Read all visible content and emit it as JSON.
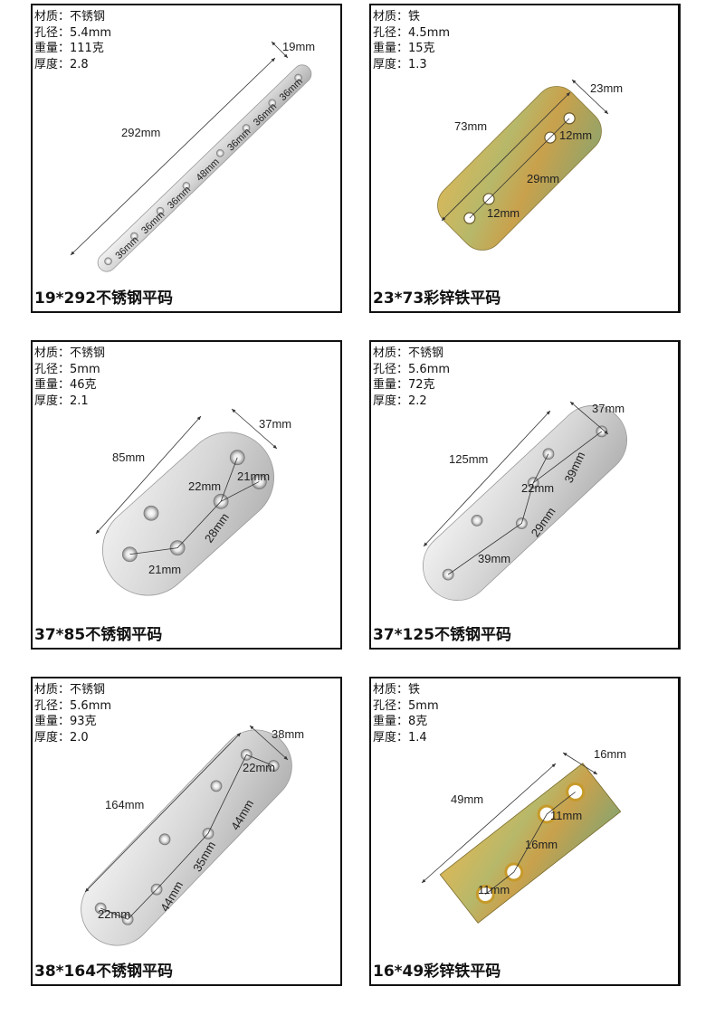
{
  "colors": {
    "border": "#111111",
    "steel_light": "#f0f0f0",
    "steel_dark": "#b5b5b5",
    "zinc": "#c8b45a"
  },
  "panels": [
    {
      "specs": [
        {
          "label": "材质：",
          "value": "不锈钢"
        },
        {
          "label": "孔径：",
          "value": "5.4mm"
        },
        {
          "label": "重量：",
          "value": "111克"
        },
        {
          "label": "厚度：",
          "value": "2.8"
        }
      ],
      "caption": "19*292不锈钢平码",
      "dims": {
        "width": "19mm",
        "length": "292mm",
        "gaps": [
          "36mm",
          "36mm",
          "36mm",
          "48mm",
          "36mm",
          "36mm",
          "36mm"
        ]
      }
    },
    {
      "specs": [
        {
          "label": "材质：",
          "value": "铁"
        },
        {
          "label": "孔径：",
          "value": "4.5mm"
        },
        {
          "label": "重量：",
          "value": "15克"
        },
        {
          "label": "厚度：",
          "value": "1.3"
        }
      ],
      "caption": "23*73彩锌铁平码",
      "dims": {
        "width": "23mm",
        "length": "73mm",
        "gaps": [
          "12mm",
          "29mm",
          "12mm"
        ]
      }
    },
    {
      "specs": [
        {
          "label": "材质：",
          "value": "不锈钢"
        },
        {
          "label": "孔径：",
          "value": "5mm"
        },
        {
          "label": "重量：",
          "value": "46克"
        },
        {
          "label": "厚度：",
          "value": "2.1"
        }
      ],
      "caption": "37*85不锈钢平码",
      "dims": {
        "width": "37mm",
        "length": "85mm",
        "gaps": [
          "21mm",
          "22mm",
          "28mm",
          "21mm"
        ]
      }
    },
    {
      "specs": [
        {
          "label": "材质：",
          "value": "不锈钢"
        },
        {
          "label": "孔径：",
          "value": "5.6mm"
        },
        {
          "label": "重量：",
          "value": "72克"
        },
        {
          "label": "厚度：",
          "value": "2.2"
        }
      ],
      "caption": "37*125不锈钢平码",
      "dims": {
        "width": "37mm",
        "length": "125mm",
        "gaps": [
          "39mm",
          "22mm",
          "29mm",
          "39mm"
        ]
      }
    },
    {
      "specs": [
        {
          "label": "材质：",
          "value": "不锈钢"
        },
        {
          "label": "孔径：",
          "value": "5.6mm"
        },
        {
          "label": "重量：",
          "value": "93克"
        },
        {
          "label": "厚度：",
          "value": "2.0"
        }
      ],
      "caption": "38*164不锈钢平码",
      "dims": {
        "width": "38mm",
        "length": "164mm",
        "gaps": [
          "22mm",
          "44mm",
          "35mm",
          "44mm",
          "22mm"
        ]
      }
    },
    {
      "specs": [
        {
          "label": "材质：",
          "value": "铁"
        },
        {
          "label": "孔径：",
          "value": "5mm"
        },
        {
          "label": "重量：",
          "value": "8克"
        },
        {
          "label": "厚度：",
          "value": "1.4"
        }
      ],
      "caption": "16*49彩锌铁平码",
      "dims": {
        "width": "16mm",
        "length": "49mm",
        "gaps": [
          "11mm",
          "16mm",
          "11mm"
        ]
      }
    }
  ]
}
